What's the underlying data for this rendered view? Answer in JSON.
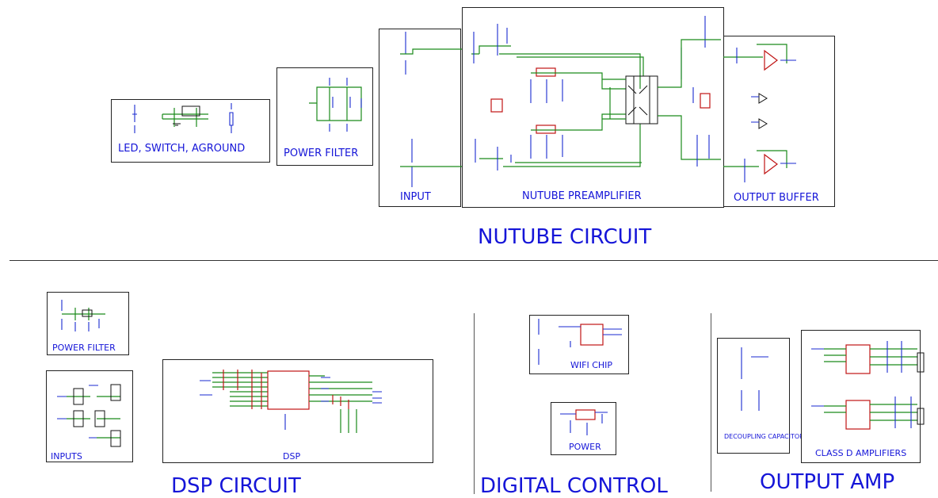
{
  "sections": {
    "nutube": {
      "title": "NUTUBE CIRCUIT",
      "blocks": {
        "led_switch": "LED, SWITCH, AGROUND",
        "power_filter": "POWER FILTER",
        "input": "INPUT",
        "preamp": "NUTUBE PREAMPLIFIER",
        "output_buffer": "OUTPUT BUFFER"
      }
    },
    "dsp": {
      "title": "DSP CIRCUIT",
      "blocks": {
        "power_filter": "POWER FILTER",
        "inputs": "INPUTS",
        "dsp": "DSP"
      }
    },
    "digital": {
      "title": "DIGITAL CONTROL",
      "blocks": {
        "wifi": "WIFI CHIP",
        "power": "POWER"
      }
    },
    "output_amp": {
      "title": "OUTPUT AMP",
      "blocks": {
        "decoupling": "DECOUPLING CAPACITORS",
        "class_d": "CLASS D AMPLIFIERS"
      }
    }
  },
  "colors": {
    "label": "#1515d8",
    "wire": "#1a8a1a",
    "component": "#1a2ad0",
    "ic": "#c01515"
  }
}
